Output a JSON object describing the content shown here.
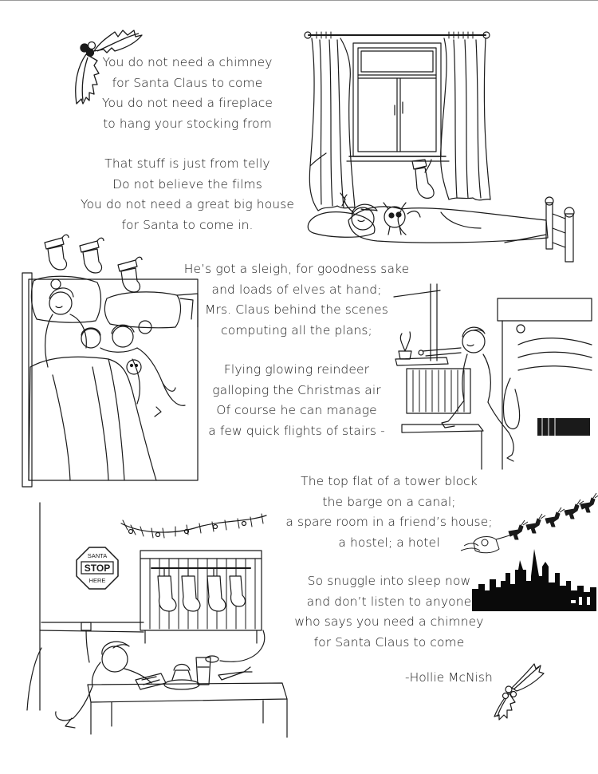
{
  "poem": {
    "stanzas": [
      [
        "You do not need a chimney",
        "for Santa Claus to come",
        "You do not need a fireplace",
        "to hang your stocking from"
      ],
      [
        "That stuff is just from telly",
        "Do not believe the films",
        "You do not need a great big house",
        "for Santa to come in."
      ],
      [
        "He’s got a sleigh, for goodness sake",
        "and loads of elves at hand;",
        "Mrs. Claus behind the scenes",
        "computing all the plans;"
      ],
      [
        "Flying glowing reindeer",
        "galloping the Christmas air",
        "Of course he can manage",
        "a few quick flights of stairs -"
      ],
      [
        "The top flat of a tower block",
        "the barge on a canal;",
        "a spare room in a friend’s house;",
        "a hostel; a hotel"
      ],
      [
        "So snuggle into sleep now",
        "and don’t listen to anyone",
        "who says you need a chimney",
        "for Santa Claus to come"
      ]
    ],
    "signature": "-Hollie McNish"
  },
  "sign": {
    "top": "SANTA",
    "middle": "STOP",
    "bottom": "HERE"
  },
  "colors": {
    "ink": "#1a1a1a",
    "skyline": "#0a0a0a",
    "paper": "#ffffff"
  }
}
